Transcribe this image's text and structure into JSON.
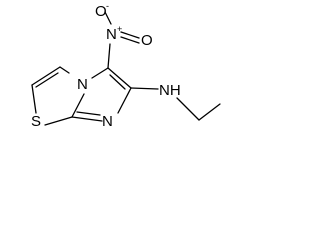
{
  "molecule": {
    "atoms": {
      "O": "O",
      "O_charge": "-",
      "N_nitro": "N",
      "N_nitro_charge": "+",
      "O_double": "O",
      "N_bridge": "N",
      "N_ring": "N",
      "S": "S",
      "NH": "NH"
    },
    "colors": {
      "bond": "#000000",
      "text": "#000000",
      "background": "#ffffff"
    }
  }
}
